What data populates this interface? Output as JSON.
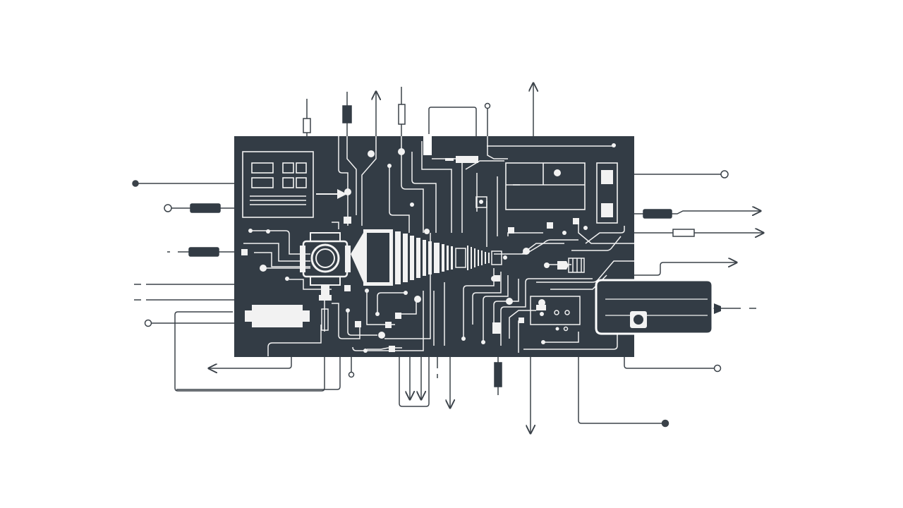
{
  "diagram": {
    "title": "",
    "colors": {
      "board": "#333c45",
      "trace_on_board": "#f2f2f2",
      "external_line": "#3b4249",
      "background": "#ffffff"
    },
    "icons": [
      "circuit-board",
      "gear-motor",
      "cone-coupling",
      "display-panel",
      "battery-pack",
      "cable-plug",
      "arrow-terminal",
      "circle-terminal"
    ]
  }
}
